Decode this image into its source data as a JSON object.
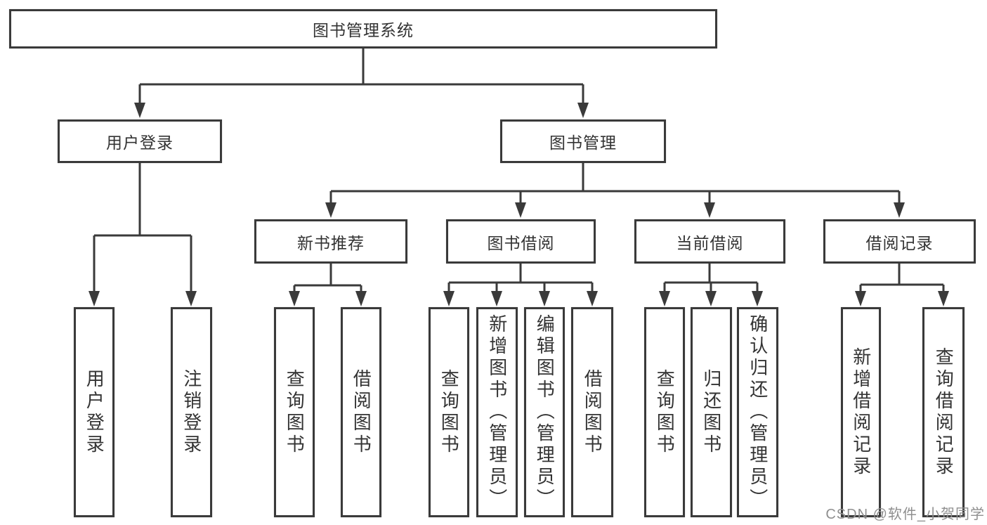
{
  "diagram": {
    "title": "图书管理系统",
    "watermark": "CSDN @软件_小贺同学",
    "colors": {
      "line": "#3a3a3a",
      "text": "#333333",
      "background": "#ffffff",
      "watermark": "#8f8f8f"
    },
    "nodes": [
      {
        "id": "root",
        "label": "图书管理系统",
        "level": 1,
        "parent": null
      },
      {
        "id": "user-login",
        "label": "用户登录",
        "level": 2,
        "parent": "root"
      },
      {
        "id": "book-management",
        "label": "图书管理",
        "level": 2,
        "parent": "root"
      },
      {
        "id": "new-book-recommend",
        "label": "新书推荐",
        "level": 3,
        "parent": "book-management"
      },
      {
        "id": "book-borrowing",
        "label": "图书借阅",
        "level": 3,
        "parent": "book-management"
      },
      {
        "id": "current-borrowing",
        "label": "当前借阅",
        "level": 3,
        "parent": "book-management"
      },
      {
        "id": "borrow-records",
        "label": "借阅记录",
        "level": 3,
        "parent": "book-management"
      },
      {
        "id": "leaf-user-login",
        "label": "用户登录",
        "level": 4,
        "parent": "user-login"
      },
      {
        "id": "leaf-logout",
        "label": "注销登录",
        "level": 4,
        "parent": "user-login"
      },
      {
        "id": "leaf-query-books-recommend",
        "label": "查询图书",
        "level": 4,
        "parent": "new-book-recommend"
      },
      {
        "id": "leaf-borrow-books-recommend",
        "label": "借阅图书",
        "level": 4,
        "parent": "new-book-recommend"
      },
      {
        "id": "leaf-query-books-borrowing",
        "label": "查询图书",
        "level": 4,
        "parent": "book-borrowing"
      },
      {
        "id": "leaf-add-book-admin",
        "label": "新增图书（管理员）",
        "level": 4,
        "parent": "book-borrowing"
      },
      {
        "id": "leaf-edit-book-admin",
        "label": "编辑图书（管理员）",
        "level": 4,
        "parent": "book-borrowing"
      },
      {
        "id": "leaf-borrow-books-borrowing",
        "label": "借阅图书",
        "level": 4,
        "parent": "book-borrowing"
      },
      {
        "id": "leaf-query-books-current",
        "label": "查询图书",
        "level": 4,
        "parent": "current-borrowing"
      },
      {
        "id": "leaf-return-books",
        "label": "归还图书",
        "level": 4,
        "parent": "current-borrowing"
      },
      {
        "id": "leaf-confirm-return-admin",
        "label": "确认归还（管理员）",
        "level": 4,
        "parent": "current-borrowing"
      },
      {
        "id": "leaf-add-borrow-record",
        "label": "新增借阅记录",
        "level": 4,
        "parent": "borrow-records"
      },
      {
        "id": "leaf-query-borrow-record",
        "label": "查询借阅记录",
        "level": 4,
        "parent": "borrow-records"
      }
    ]
  }
}
